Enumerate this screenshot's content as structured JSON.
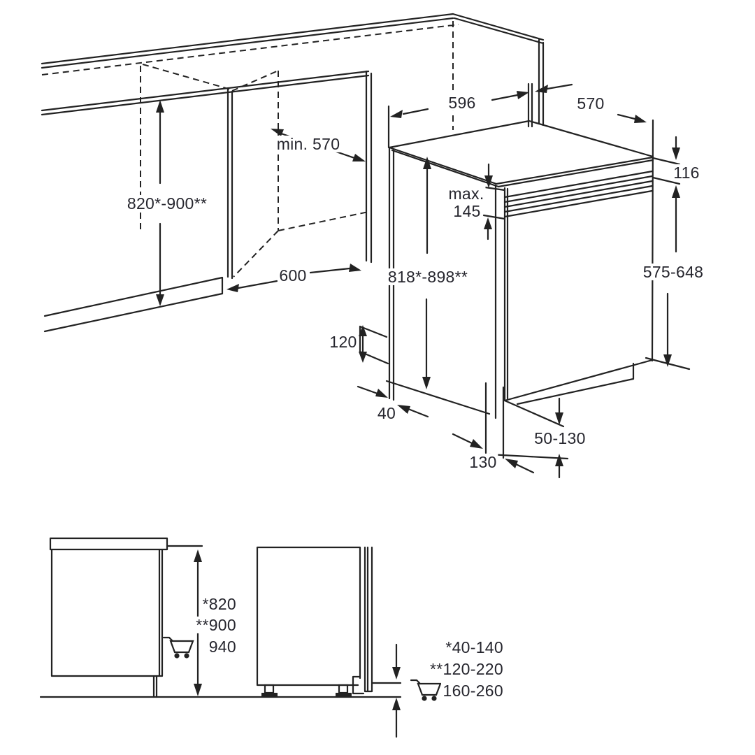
{
  "top_view": {
    "counter_height": "820*-900**",
    "niche_depth": "min. 570",
    "niche_width": "600",
    "appliance_width": "596",
    "appliance_depth": "570",
    "worktop_clearance": "116",
    "control_panel_max_line1": "max.",
    "control_panel_max_line2": "145",
    "appliance_height": "818*-898**",
    "door_panel_height": "575-648",
    "base_recess_height": "120",
    "base_recess_depth": "40",
    "plinth_recess_depth": "130",
    "plinth_height_range": "50-130"
  },
  "bottom_view": {
    "left_heights": [
      "*820",
      "**900",
      "940"
    ],
    "right_clearances": [
      "*40-140",
      "**120-220",
      "160-260"
    ]
  },
  "icons": {
    "cart": "shopping-cart"
  },
  "colors": {
    "line": "#222222",
    "text": "#26262e",
    "background": "#ffffff"
  }
}
